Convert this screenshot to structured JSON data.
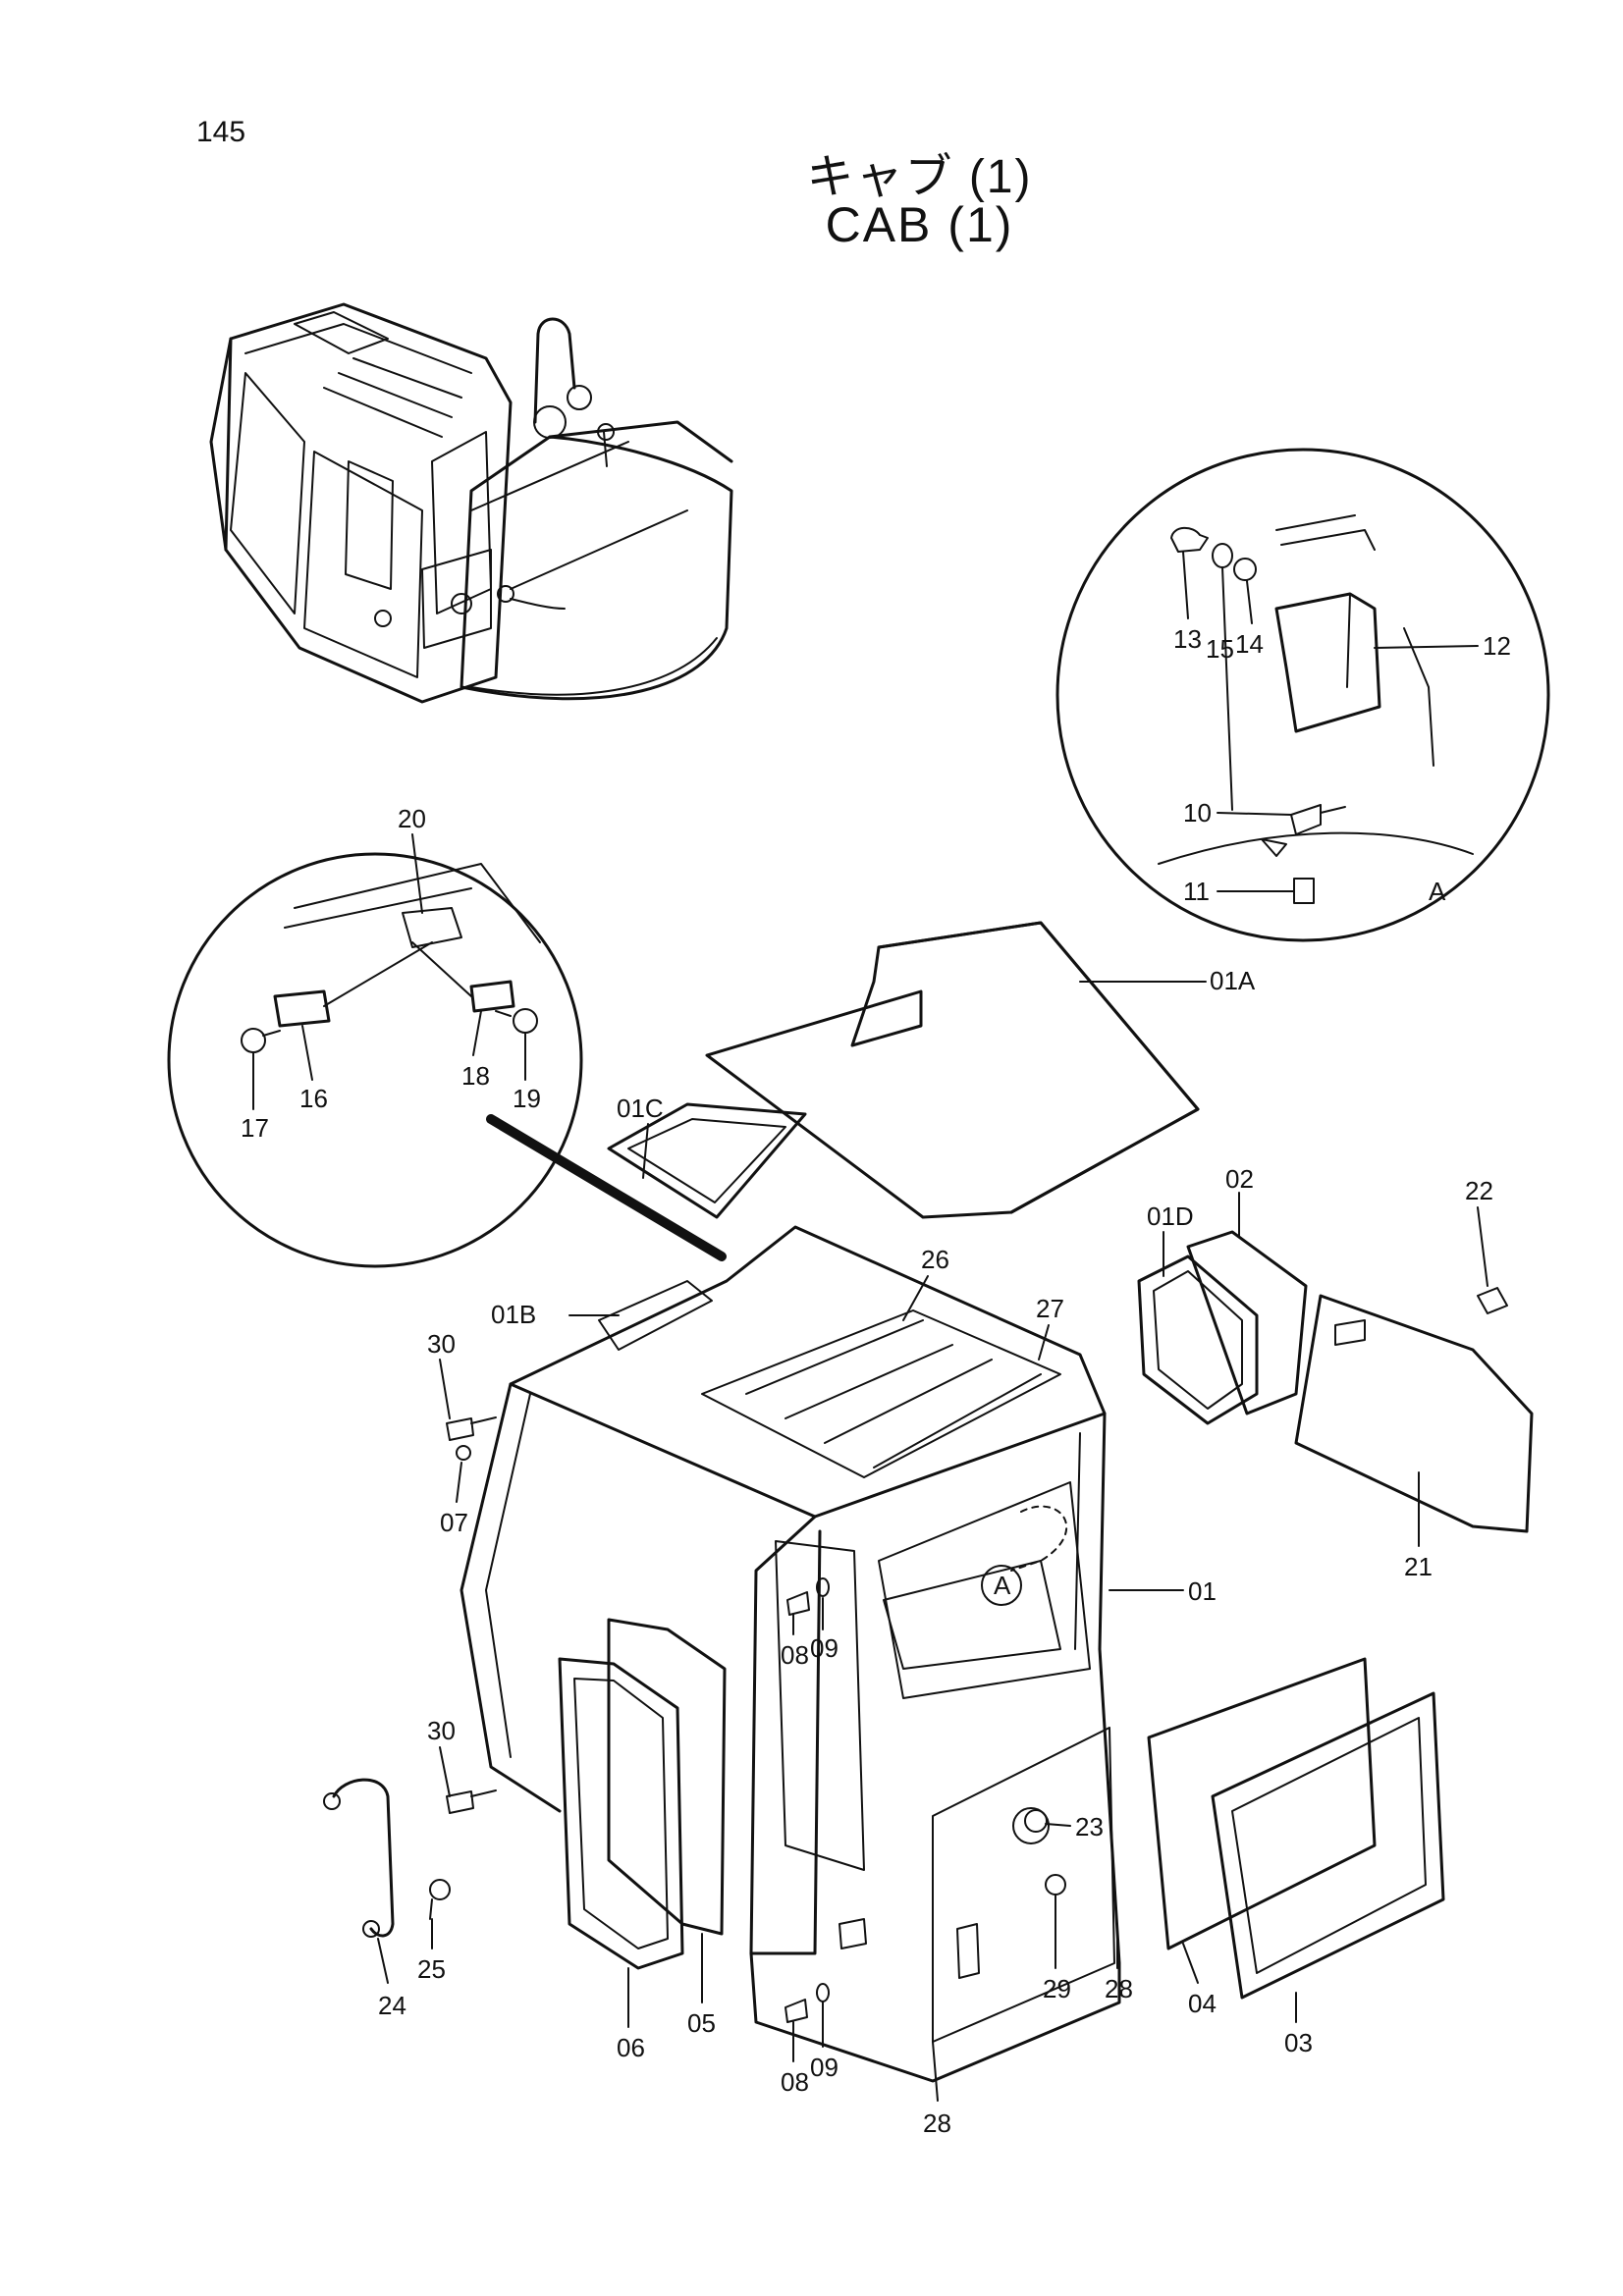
{
  "page": {
    "number": "145",
    "title_jp": "キャブ (1)",
    "title_en": "CAB (1)"
  },
  "detail_a": {
    "marker": "A",
    "callout": "A"
  },
  "parts": {
    "p01": "01",
    "p01A": "01A",
    "p01B": "01B",
    "p01C": "01C",
    "p01D": "01D",
    "p02": "02",
    "p03": "03",
    "p04": "04",
    "p05": "05",
    "p06": "06",
    "p07": "07",
    "p08a": "08",
    "p08b": "08",
    "p09a": "09",
    "p09b": "09",
    "p10": "10",
    "p11": "11",
    "p12": "12",
    "p13": "13",
    "p14": "14",
    "p15": "15",
    "p16": "16",
    "p17": "17",
    "p18": "18",
    "p19": "19",
    "p20": "20",
    "p21": "21",
    "p22": "22",
    "p23": "23",
    "p24": "24",
    "p25": "25",
    "p26": "26",
    "p27": "27",
    "p28a": "28",
    "p28b": "28",
    "p29": "29",
    "p30a": "30",
    "p30b": "30"
  }
}
